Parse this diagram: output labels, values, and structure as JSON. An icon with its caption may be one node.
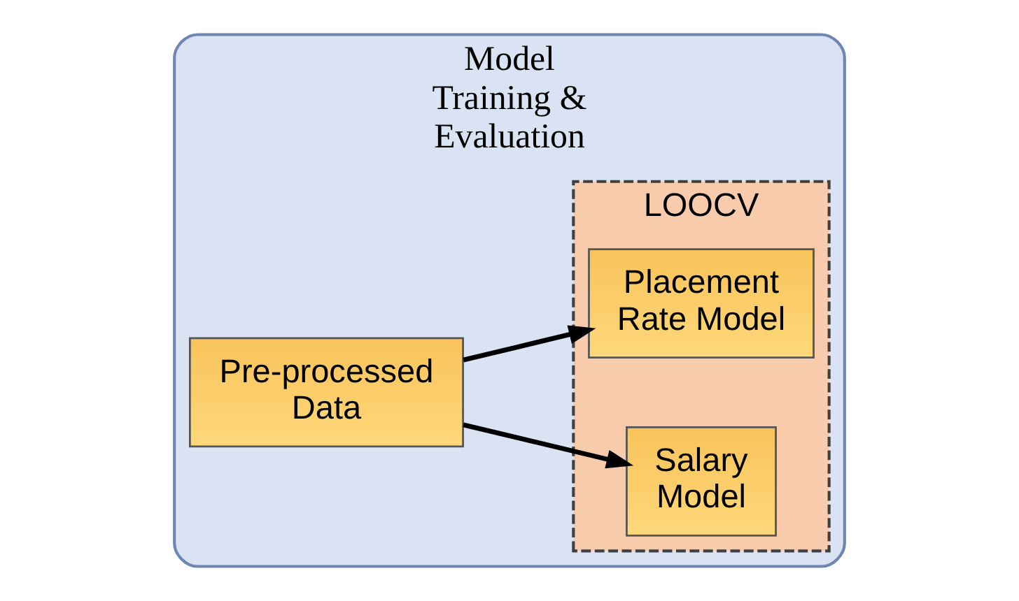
{
  "diagram": {
    "nodes": [
      {
        "text": [
          "Model Training & Evaluation"
        ]
      },
      {
        "text": [
          "Pre-processed Data"
        ],
        "in": 0
      },
      {
        "text": [
          "LOOCV"
        ],
        "in": 0
      },
      {
        "text": [
          "Placement Rate Model"
        ],
        "in": 2
      },
      {
        "text": [
          "Salary Model"
        ],
        "in": 2
      }
    ],
    "edges": [
      {
        "from": 1,
        "to": 3,
        "arrow": "to"
      },
      {
        "from": 1,
        "to": 4,
        "arrow": "to"
      }
    ]
  }
}
